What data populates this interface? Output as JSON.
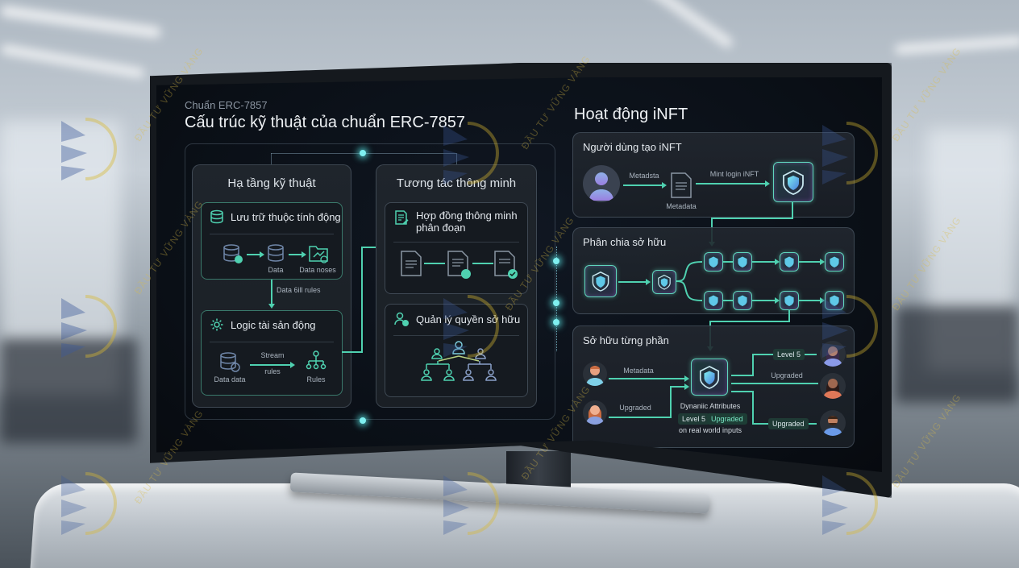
{
  "left": {
    "eyebrow": "Chuẩn ERC-7857",
    "title": "Cấu trúc kỹ thuật của chuẩn ERC-7857",
    "infra_panel": {
      "title": "Hạ tầng kỹ thuật",
      "storage_card": {
        "title": "Lưu trữ thuộc tính động",
        "icon": "database-icon",
        "nodes": [
          "",
          "Data",
          "Data noses"
        ]
      },
      "connector_label": "Data 6ill rules",
      "logic_card": {
        "title": "Logic tài sản động",
        "icon": "gear-icon",
        "source_label": "Data data",
        "arrow_label_1": "Stream",
        "arrow_label_2": "rules",
        "target_label": "Rules"
      }
    },
    "smart_panel": {
      "title": "Tương tác thông minh",
      "contract_card": {
        "title_line1": "Hợp đồng thông minh",
        "title_line2": "phân đoạn",
        "icon": "document-edit-icon"
      },
      "ownership_card": {
        "title": "Quản lý quyền sở hữu",
        "icon": "user-check-icon"
      }
    }
  },
  "right": {
    "title": "Hoạt động iNFT",
    "create_panel": {
      "title": "Người dùng tạo iNFT",
      "arrow1_label": "Metadsta",
      "doc_label": "Metadata",
      "arrow2_label": "Mint login iNFT"
    },
    "split_panel": {
      "title": "Phân chia sở hữu"
    },
    "fraction_panel": {
      "title": "Sở hữu từng phần",
      "left_inputs": [
        {
          "label": "Metadata"
        },
        {
          "label": "Upgraded"
        }
      ],
      "right_inputs": [
        {
          "label": "Level 5"
        },
        {
          "label": "Upgraded"
        },
        {
          "label": "Upgraded"
        }
      ],
      "caption_line1": "Dynaniic Attributes",
      "tag_level": "Level 5",
      "tag_upgraded": "Upgraded",
      "caption_line3": "on real world inputs"
    }
  },
  "watermark": {
    "text": "ĐẦU TƯ VỮNG VÀNG"
  },
  "colors": {
    "accent_teal": "#4fd1b0",
    "glow_cyan": "#7ff0f0",
    "screen_bg": "#0a0f16",
    "panel_bg": "#1f252c"
  }
}
